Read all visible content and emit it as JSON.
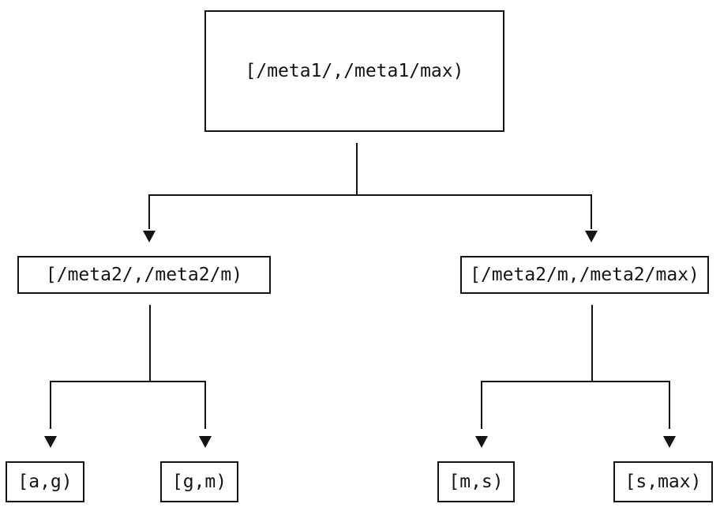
{
  "diagram": {
    "type": "tree",
    "background_color": "#ffffff",
    "line_color": "#141414",
    "nodes": {
      "root": {
        "label": "[/meta1/,/meta1/max)"
      },
      "mid_left": {
        "label": "[/meta2/,/meta2/m)"
      },
      "mid_right": {
        "label": "[/meta2/m,/meta2/max)"
      },
      "leaf_ag": {
        "label": "[a,g)"
      },
      "leaf_gm": {
        "label": "[g,m)"
      },
      "leaf_ms": {
        "label": "[m,s)"
      },
      "leaf_smax": {
        "label": "[s,max)"
      }
    },
    "edges": [
      {
        "from": "root",
        "to": "mid_left"
      },
      {
        "from": "root",
        "to": "mid_right"
      },
      {
        "from": "mid_left",
        "to": "leaf_ag"
      },
      {
        "from": "mid_left",
        "to": "leaf_gm"
      },
      {
        "from": "mid_right",
        "to": "leaf_ms"
      },
      {
        "from": "mid_right",
        "to": "leaf_smax"
      }
    ]
  }
}
